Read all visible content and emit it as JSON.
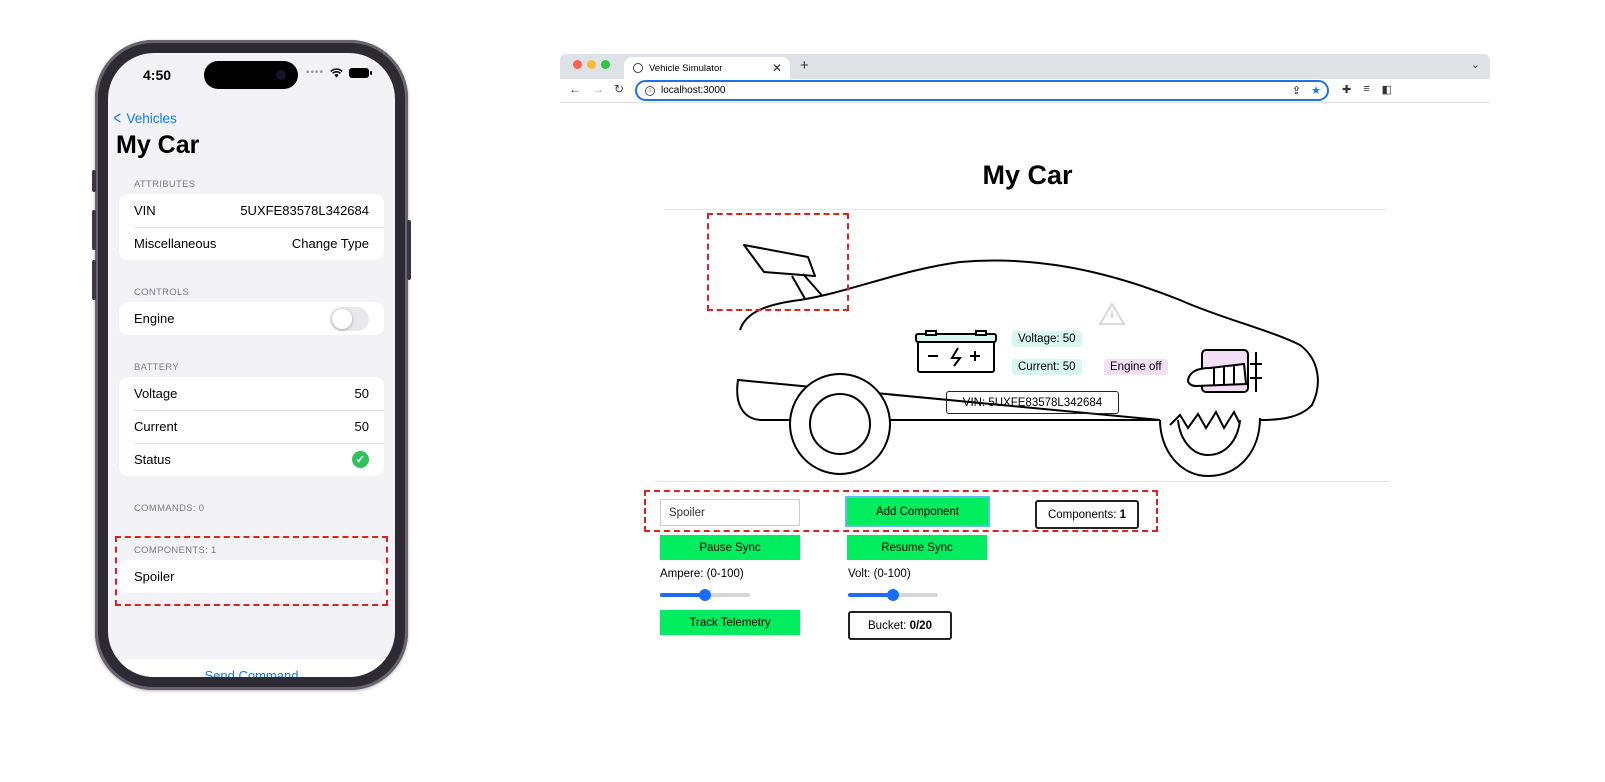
{
  "phone": {
    "status_time": "4:50",
    "back_label": "Vehicles",
    "title": "My Car",
    "attributes": {
      "header": "ATTRIBUTES",
      "rows": [
        {
          "label": "VIN",
          "value": "5UXFE83578L342684"
        },
        {
          "label": "Miscellaneous",
          "value": "Change Type"
        }
      ]
    },
    "controls": {
      "header": "CONTROLS",
      "engine_label": "Engine",
      "engine_on": false
    },
    "battery": {
      "header": "BATTERY",
      "rows": [
        {
          "label": "Voltage",
          "value": "50"
        },
        {
          "label": "Current",
          "value": "50"
        }
      ],
      "status_label": "Status",
      "status_icon": "checkmark-circle-icon"
    },
    "commands_header": "COMMANDS: 0",
    "components": {
      "header": "COMPONENTS: 1",
      "items": [
        "Spoiler"
      ]
    },
    "send_command_label": "Send Command"
  },
  "browser": {
    "tab_title": "Vehicle Simulator",
    "url": "localhost:3000",
    "page": {
      "title": "My Car",
      "voltage_tag": "Voltage: 50",
      "current_tag": "Current: 50",
      "engine_tag": "Engine off",
      "vin_label": "VIN: 5UXFE83578L342684",
      "component_input_value": "Spoiler",
      "add_component_label": "Add Component",
      "components_count_prefix": "Components: ",
      "components_count": "1",
      "pause_sync_label": "Pause Sync",
      "resume_sync_label": "Resume Sync",
      "ampere_label": "Ampere: (0-100)",
      "ampere_value": 50,
      "volt_label": "Volt: (0-100)",
      "volt_value": 50,
      "track_telemetry_label": "Track Telemetry",
      "bucket_prefix": "Bucket: ",
      "bucket_value": "0/20"
    }
  },
  "colors": {
    "accent_blue": "#0a7aff",
    "button_green": "#00ee5e",
    "highlight_red": "#e02020",
    "tag_teal": "#d8f7f0",
    "tag_pink": "#f4dff7"
  }
}
